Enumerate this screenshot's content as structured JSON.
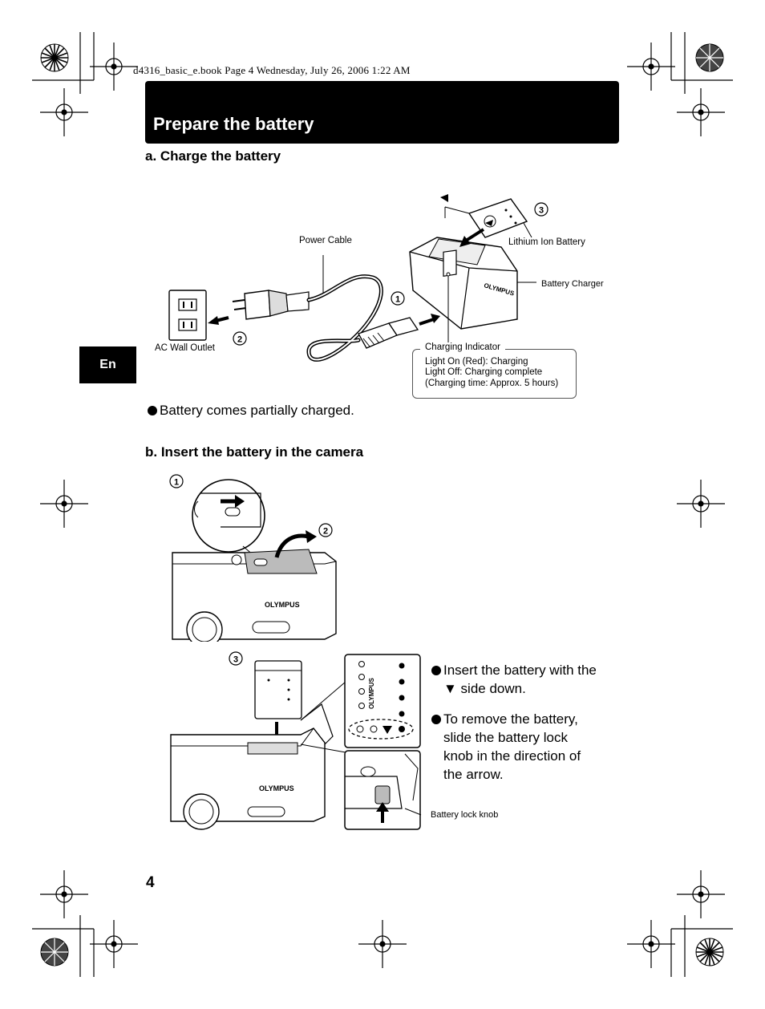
{
  "header_note": "d4316_basic_e.book  Page 4  Wednesday, July 26, 2006  1:22 AM",
  "title": "Prepare the battery",
  "side_tab": "En",
  "section_a": {
    "heading": "a.  Charge the battery",
    "labels": {
      "power_cable": "Power Cable",
      "lithium_battery": "Lithium Ion Battery",
      "battery_charger": "Battery Charger",
      "ac_outlet": "AC Wall Outlet",
      "brand": "OLYMPUS"
    },
    "steps": [
      "1",
      "2",
      "3"
    ],
    "indicator": {
      "title": "Charging Indicator",
      "line1": "Light On (Red): Charging",
      "line2": "Light Off: Charging complete",
      "line3": "(Charging time: Approx. 5 hours)"
    },
    "note": "Battery comes partially charged."
  },
  "section_b": {
    "heading": "b.  Insert the battery in the camera",
    "steps": [
      "1",
      "2",
      "3"
    ],
    "bullet1": "Insert the battery with the ▼ side down.",
    "bullet2": "To remove the battery, slide the battery lock knob in the direction of the arrow.",
    "lock_label": "Battery lock knob",
    "brand": "OLYMPUS"
  },
  "page_number": "4"
}
